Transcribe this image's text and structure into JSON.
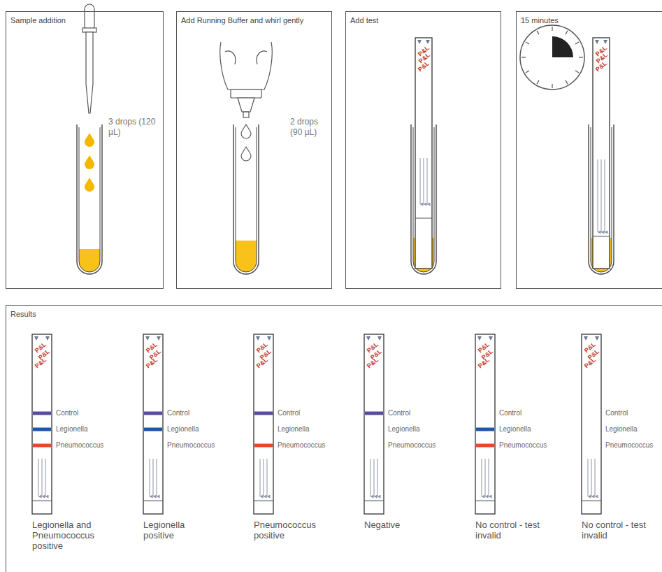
{
  "diagram": {
    "nodes": [
      {
        "text": [
          "Sample addition",
          "3 drops (120 µL)"
        ]
      },
      {
        "text": [
          "Add Running Buffer and whirl gently",
          "2 drops (90 µL)"
        ]
      },
      {
        "text": [
          "Add test"
        ]
      },
      {
        "text": [
          "15 minutes"
        ]
      },
      {
        "text": [
          "Results"
        ]
      }
    ],
    "edges": [],
    "labels": [
      "P&L",
      "P&L",
      "P&L",
      "P&L",
      "P&L",
      "P&L",
      "P&L",
      "P&L",
      "P&L",
      "Control",
      "Legionella",
      "Pneumococcus",
      "Legionella and Pneumococcus positive",
      "P&L",
      "P&L",
      "P&L",
      "Control",
      "Legionella",
      "Pneumococcus",
      "Legionella positive",
      "P&L",
      "P&L",
      "P&L",
      "Control",
      "Legionella",
      "Pneumococcus",
      "Pneumococcus positive",
      "P&L",
      "P&L",
      "P&L",
      "Control",
      "Legionella",
      "Pneumococcus",
      "Negative",
      "P&L",
      "P&L",
      "P&L",
      "Control",
      "Legionella",
      "Pneumococcus",
      "No control - test invalid",
      "P&L",
      "P&L",
      "P&L",
      "Control",
      "Legionella",
      "Pneumococcus",
      "No control - test invalid"
    ]
  }
}
